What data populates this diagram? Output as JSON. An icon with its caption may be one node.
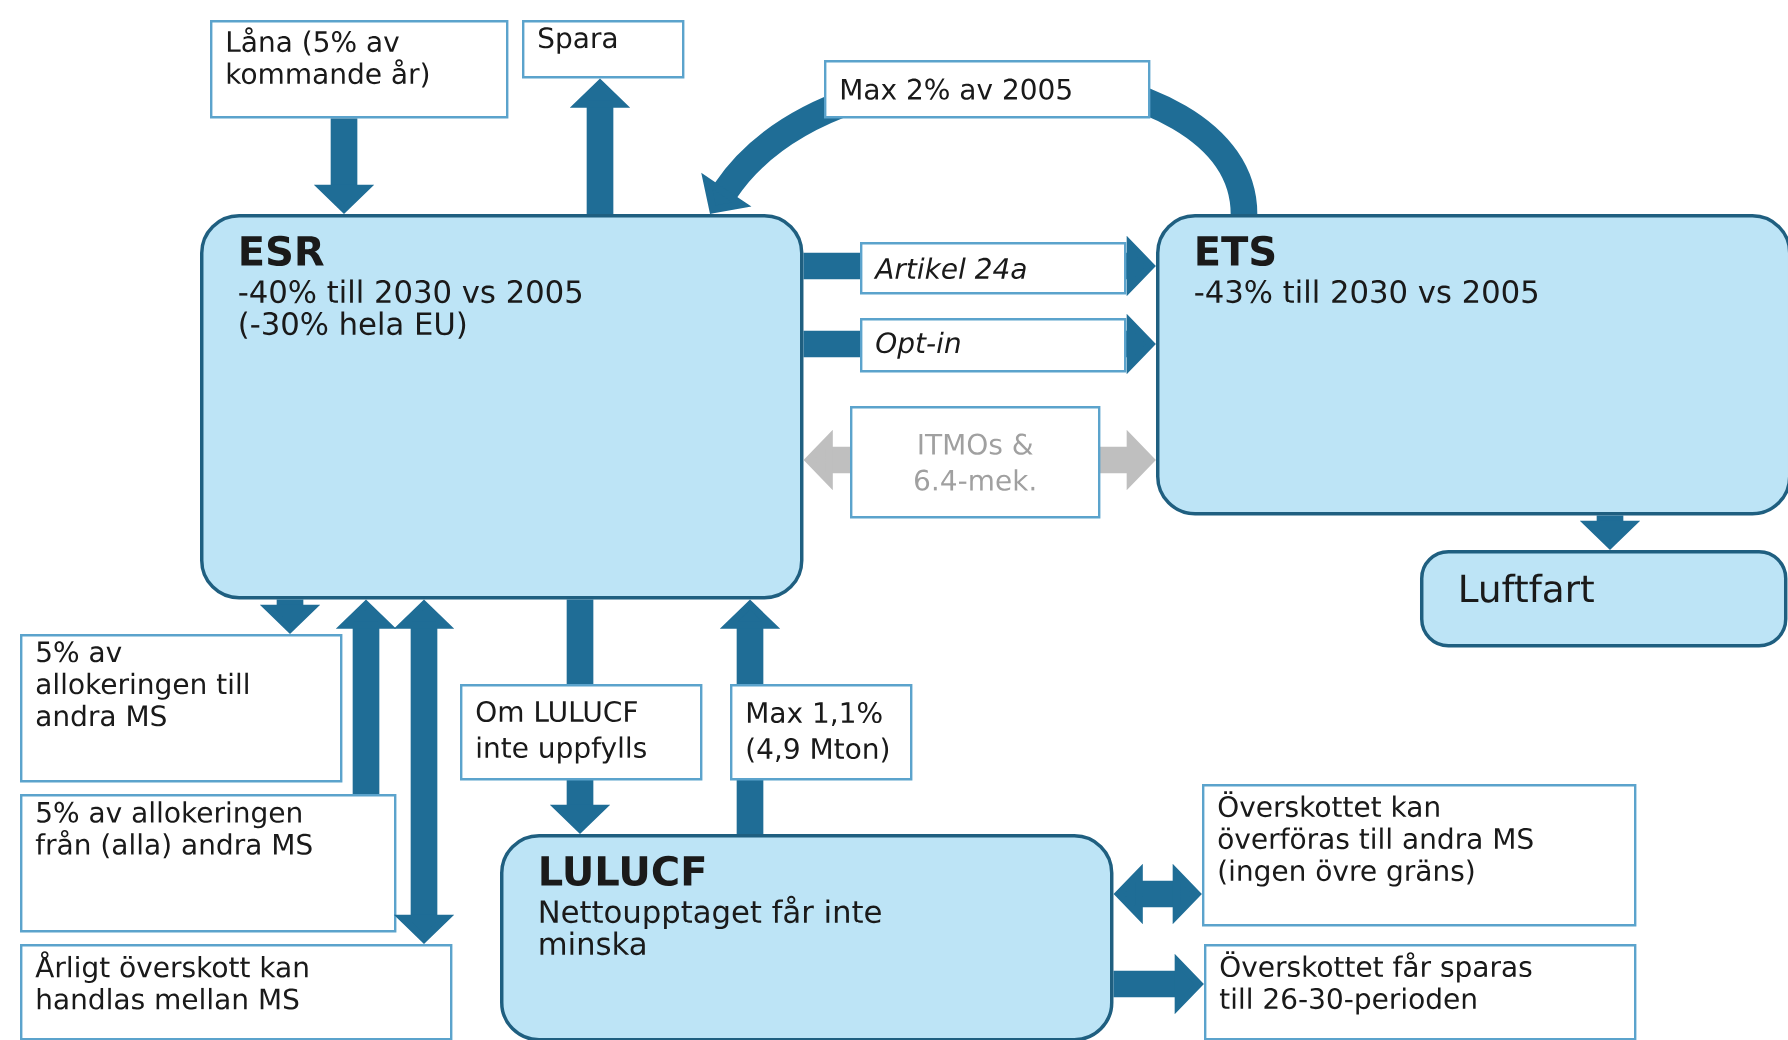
{
  "diagram": {
    "nodes": [
      {
        "text": [
          "ESR",
          "-40% till 2030 vs 2005 (-30% hela EU)"
        ]
      },
      {
        "text": [
          "ETS",
          "-43% till 2030 vs 2005"
        ]
      },
      {
        "text": [
          "Luftfart"
        ]
      },
      {
        "text": [
          "LULUCF",
          "Nettoupptaget får inte minska"
        ]
      },
      {
        "text": [
          "Låna (5% av kommande år)"
        ]
      },
      {
        "text": [
          "Spara"
        ]
      },
      {
        "text": [
          "5% av allokeringen till andra MS"
        ]
      },
      {
        "text": [
          "5% av allokeringen från (alla) andra MS"
        ]
      },
      {
        "text": [
          "Årligt överskott kan handlas mellan MS"
        ]
      },
      {
        "text": [
          "Överskottet kan överföras till andra MS (ingen övre gräns)"
        ]
      },
      {
        "text": [
          "Överskottet får sparas till 26-30-perioden"
        ]
      }
    ],
    "edges": [
      {
        "from": 4,
        "to": 0,
        "arrow": "to"
      },
      {
        "from": 0,
        "to": 5,
        "arrow": "to"
      },
      {
        "from": 1,
        "to": 0,
        "arrow": "to",
        "label": "Max 2% av 2005"
      },
      {
        "from": 0,
        "to": 1,
        "arrow": "to",
        "label": "Artikel 24a"
      },
      {
        "from": 0,
        "to": 1,
        "arrow": "to",
        "label": "Opt-in"
      },
      {
        "from": 0,
        "to": 1,
        "arrow": "both",
        "label": "ITMOs & 6.4-mek.",
        "color": "#bfbfbf"
      },
      {
        "from": 1,
        "to": 2,
        "arrow": "to"
      },
      {
        "from": 0,
        "to": 6,
        "arrow": "to"
      },
      {
        "from": 7,
        "to": 0,
        "arrow": "to"
      },
      {
        "from": 0,
        "to": 8,
        "arrow": "both"
      },
      {
        "from": 0,
        "to": 3,
        "arrow": "to",
        "label": "Om LULUCF inte uppfylls"
      },
      {
        "from": 3,
        "to": 0,
        "arrow": "to",
        "label": "Max 1,1% (4,9 Mton)"
      },
      {
        "from": 3,
        "to": 9,
        "arrow": "both"
      },
      {
        "from": 3,
        "to": 10,
        "arrow": "to"
      }
    ]
  }
}
